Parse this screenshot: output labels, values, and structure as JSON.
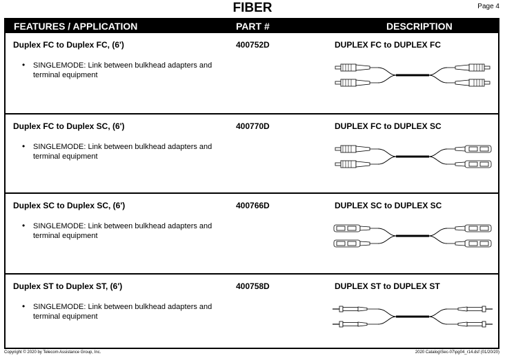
{
  "page": {
    "title": "FIBER",
    "page_number": "Page 4"
  },
  "table": {
    "headers": {
      "features": "FEATURES / APPLICATION",
      "part": "PART #",
      "description": "DESCRIPTION"
    },
    "rows": [
      {
        "title": "Duplex FC to Duplex FC, (6')",
        "part": "400752D",
        "description": "DUPLEX FC to DUPLEX FC",
        "bullet": "SINGLEMODE: Link between bulkhead adapters and terminal equipment",
        "left_connector": "fc",
        "right_connector": "fc"
      },
      {
        "title": "Duplex FC to Duplex SC, (6')",
        "part": "400770D",
        "description": "DUPLEX FC to DUPLEX SC",
        "bullet": "SINGLEMODE: Link between bulkhead adapters and terminal equipment",
        "left_connector": "fc",
        "right_connector": "sc"
      },
      {
        "title": "Duplex SC to Duplex SC, (6')",
        "part": "400766D",
        "description": "DUPLEX SC to DUPLEX SC",
        "bullet": "SINGLEMODE: Link between bulkhead adapters and terminal equipment",
        "left_connector": "sc",
        "right_connector": "sc"
      },
      {
        "title": "Duplex ST to Duplex ST, (6')",
        "part": "400758D",
        "description": "DUPLEX ST to DUPLEX ST",
        "bullet": "SINGLEMODE: Link between bulkhead adapters and terminal equipment",
        "left_connector": "st",
        "right_connector": "st"
      }
    ]
  },
  "footer": {
    "copyright": "Copyright © 2020 by Telecom Assistance Group, Inc.",
    "file_ref": "2020 Catalog\\Sec-07\\pg04_r14.dsf (01/20/20)"
  }
}
